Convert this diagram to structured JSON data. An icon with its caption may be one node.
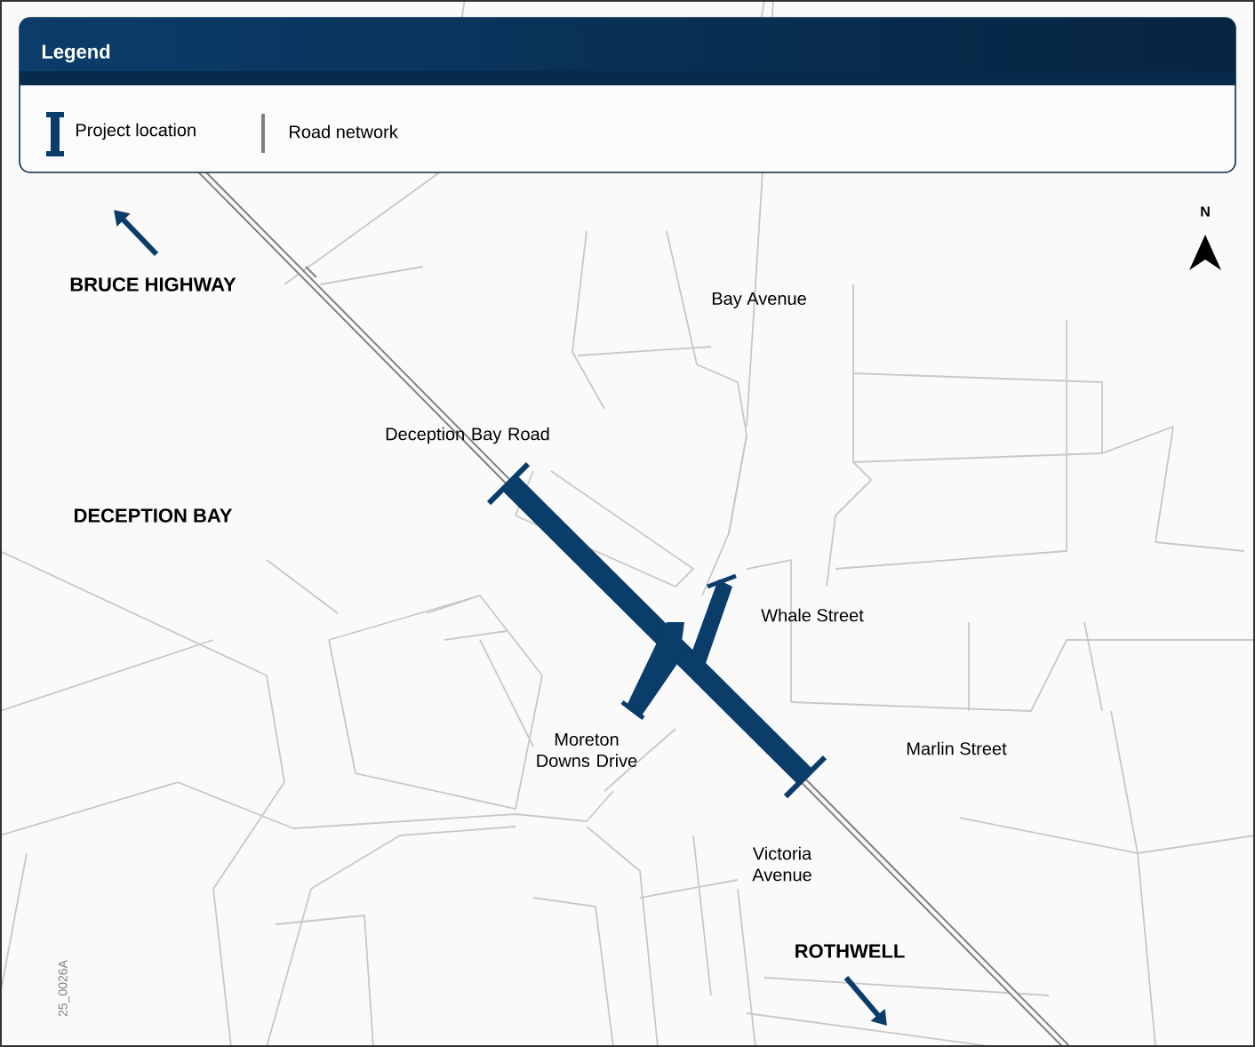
{
  "diagram": {
    "labels": [
      "Legend",
      "BRUCE HIGHWAY",
      "Bay Avenue",
      "Deception Bay Road",
      "DECEPTION BAY",
      "Whale Street",
      "Moreton Downs Drive",
      "Marlin Street",
      "Victoria Avenue",
      "ROTHWELL",
      "N",
      "25_0026A"
    ],
    "legend": [
      {
        "text": "Project location"
      },
      {
        "text": "Road network"
      }
    ]
  }
}
